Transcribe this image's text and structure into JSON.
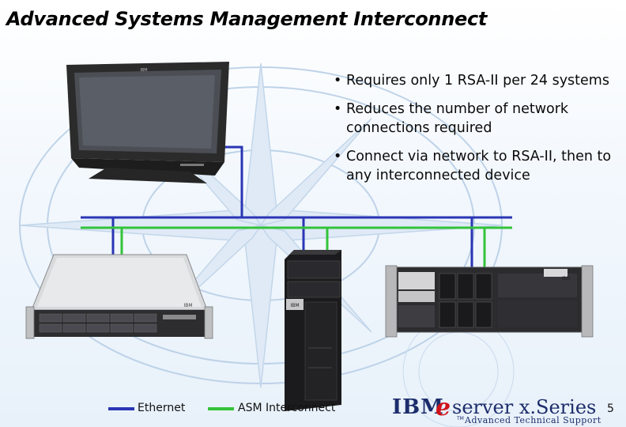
{
  "title": "Advanced Systems Management Interconnect",
  "bullets": [
    "Requires only 1 RSA-II per 24 systems",
    "Reduces the number of network connections required",
    "Connect via network to RSA-II, then to any interconnected device"
  ],
  "legend": {
    "ethernet_label": "Ethernet",
    "asm_label": "ASM Interconnect"
  },
  "colors": {
    "ethernet": "#2a35b5",
    "asm": "#33c33a",
    "brand_blue": "#1c2c6b",
    "brand_red": "#d0121b"
  },
  "devices": {
    "monitor_logo": "IBM",
    "rack_server_logo": "IBM",
    "tower_logo": "IBM",
    "large_server_logo": "IBM"
  },
  "brand": {
    "ibm": "IBM",
    "e": "e",
    "server": "server x.Series",
    "tm": "TM",
    "subtitle": "Advanced Technical Support"
  },
  "page_number": "5"
}
